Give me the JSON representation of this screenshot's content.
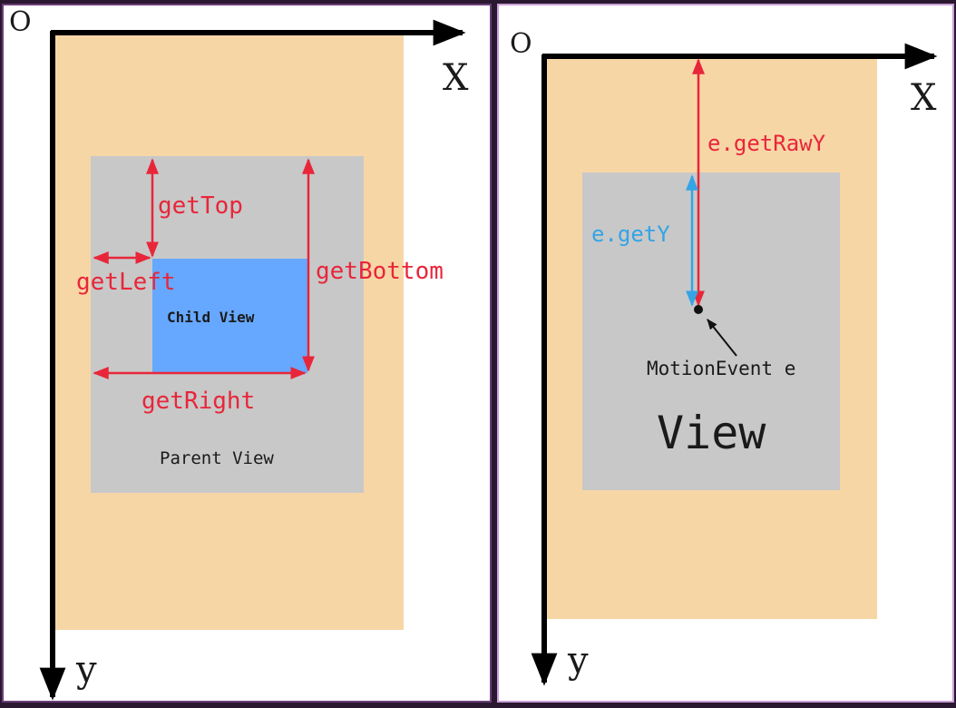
{
  "left_diagram": {
    "origin_label": "O",
    "x_axis_label": "X",
    "y_axis_label": "y",
    "parent_view_label": "Parent View",
    "child_view_label": "Child View",
    "get_top_label": "getTop",
    "get_left_label": "getLeft",
    "get_bottom_label": "getBottom",
    "get_right_label": "getRight"
  },
  "right_diagram": {
    "origin_label": "O",
    "x_axis_label": "X",
    "y_axis_label": "y",
    "view_label": "View",
    "motion_event_label": "MotionEvent e",
    "get_raw_y_label": "e.getRawY",
    "get_y_label": "e.getY"
  },
  "colors": {
    "screen_fill": "#f7d6a6",
    "parent_view_fill": "#c8c8c8",
    "child_view_fill": "#66a8ff",
    "measure_red": "#e8263a",
    "measure_blue": "#34a4e6",
    "axis": "#000000"
  }
}
